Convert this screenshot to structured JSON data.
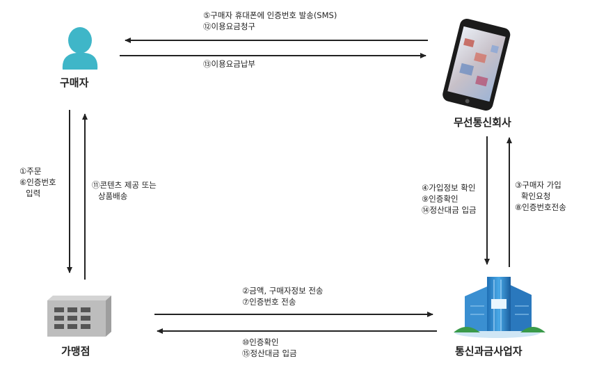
{
  "nodes": {
    "buyer": "구매자",
    "carrier": "무선통신회사",
    "merchant": "가맹점",
    "billing": "통신과금사업자"
  },
  "flows": {
    "carrier_to_buyer": [
      "⑤구매자 휴대폰에 인증번호 발송(SMS)",
      "⑫이용요금청구"
    ],
    "buyer_to_carrier": [
      "⑬이용요금납부"
    ],
    "buyer_to_merchant": [
      "①주문",
      "⑥인증번호",
      "입력"
    ],
    "merchant_to_buyer": [
      "⑪콘텐츠 제공 또는",
      "상품배송"
    ],
    "carrier_to_billing": [
      "④가입정보 확인",
      "⑨인증확인",
      "⑭정산대금 입금"
    ],
    "billing_to_carrier": [
      "③구매자 가입",
      "확인요청",
      "⑧인증번호전송"
    ],
    "merchant_to_billing": [
      "②금액, 구매자정보 전송",
      "⑦인증번호 전송"
    ],
    "billing_to_merchant": [
      "⑩인증확인",
      "⑮정산대금 입금"
    ]
  },
  "colors": {
    "arrow": "#222222",
    "person": "#3fb6c8",
    "building_glass": "#2a86cc",
    "store": "#b9b9b9"
  }
}
